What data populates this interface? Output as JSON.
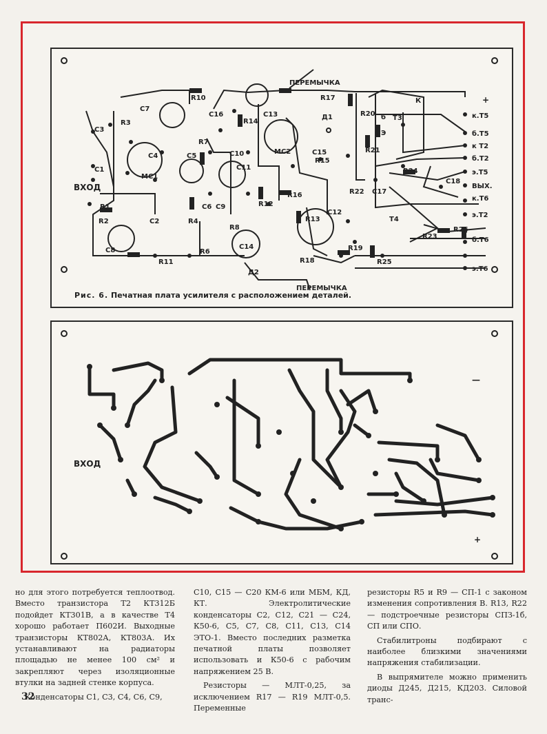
{
  "figure6": {
    "labels": {
      "input": "ВХОД",
      "jumper_top": "ПЕРЕМЫЧКА",
      "jumper_bottom": "ПЕРЕМЫЧКА",
      "plus": "+",
      "k": "К",
      "b": "б",
      "e": "Э",
      "k_t5": "к.Т5",
      "b_t5": "б.Т5",
      "k_t2": "к Т2",
      "b_t2": "б.Т2",
      "e_t5": "э.Т5",
      "out": "ВЫХ.",
      "k_t6": "к.Т6",
      "e_t2": "э.Т2",
      "b_t6": "б.Т6",
      "e_t6": "э.Т6",
      "mc1": "МС1",
      "mc2": "МС2",
      "t3": "Т3",
      "t4": "Т4",
      "d1": "Д1",
      "d2": "Д2",
      "resistors": [
        "R1",
        "R2",
        "R3",
        "R4",
        "R6",
        "R7",
        "R8",
        "R10",
        "R11",
        "R12",
        "R13",
        "R14",
        "R15",
        "R16",
        "R17",
        "R18",
        "R19",
        "R20",
        "R21",
        "R22",
        "R23",
        "R24",
        "R25",
        "R26"
      ],
      "capacitors": [
        "С1",
        "С2",
        "С3",
        "С4",
        "С5",
        "С6",
        "С7",
        "С8",
        "С9",
        "С10",
        "С11",
        "С12",
        "С13",
        "С14",
        "С15",
        "С16",
        "С17",
        "С18"
      ]
    },
    "caption_prefix": "Рис. 6.",
    "caption_text": "Печатная плата усилителя с расположением деталей."
  },
  "figure_bottom": {
    "input": "ВХОД",
    "minus": "—",
    "plus": "+"
  },
  "text": {
    "col1": [
      "но для этого потребуется теплоотвод. Вместо транзистора Т2 КТ312Б подойдет КТ301В, а в качестве Т4 хорошо работает П602И. Выходные транзисторы КТ802А, КТ803А. Их устанавливают на радиаторы площадью не менее 100 см² и закрепляют через изоляционные втулки на задней стенке корпуса.",
      "Конденсаторы С1, С3, С4, С6, С9,"
    ],
    "col2": [
      "С10, С15 — С20 КМ-6 или МБМ, КД, КТ. Электролитические конденсаторы С2, С12, С21 — С24, К50-6, С5, С7, С8, С11, С13, С14 ЭТО-1. Вместо последних разметка печатной платы позволяет использовать и К50-6 с рабочим напряжением 25 В.",
      "Резисторы — МЛТ-0,25, за исключением R17 — R19 МЛТ-0,5. Переменные"
    ],
    "col3": [
      "резисторы R5 и R9 — СП-1 с законом изменения сопротивления В. R13, R22 — подстроечные резисторы СПЗ-1б, СП или СПО.",
      "Стабилитроны подбирают с наиболее близкими значениями напряжения стабилизации.",
      "В выпрямителе можно применить диоды Д245, Д215, КД203. Силовой транс-"
    ]
  },
  "page_number": "32",
  "colors": {
    "frame": "#d8262c",
    "ink": "#222222",
    "paper": "#f3f1ec"
  }
}
